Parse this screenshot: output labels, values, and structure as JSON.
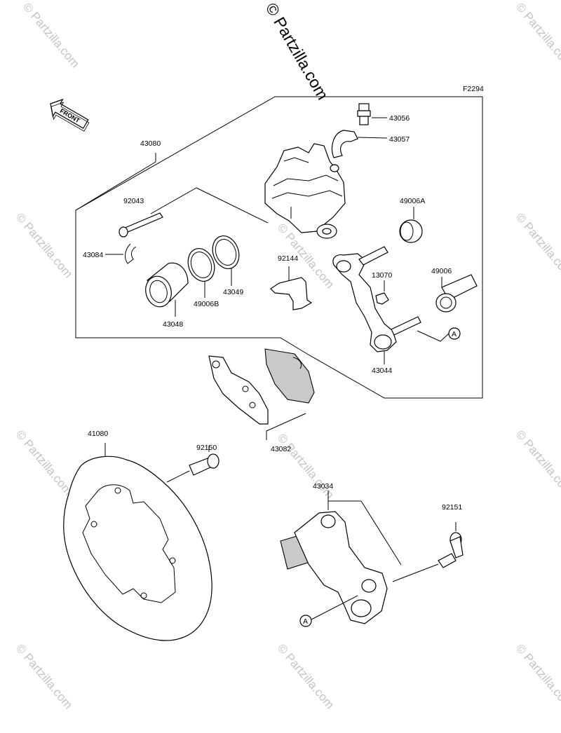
{
  "watermark_main": "© Partzilla.com",
  "watermark_tile": "© Partzilla.com",
  "figure_code": "F2294",
  "front_label": "FRONT",
  "callouts": {
    "p43080": "43080",
    "p43056": "43056",
    "p43057": "43057",
    "p92043": "92043",
    "p49006A": "49006A",
    "p43084": "43084",
    "p92144": "92144",
    "p13070": "13070",
    "p49006": "49006",
    "p43049": "43049",
    "p49006B": "49006B",
    "p43048": "43048",
    "p43044": "43044",
    "p41080": "41080",
    "p92150": "92150",
    "p43082": "43082",
    "p43034": "43034",
    "p92151": "92151"
  },
  "ref_markers": {
    "a1": "A",
    "a2": "A"
  }
}
